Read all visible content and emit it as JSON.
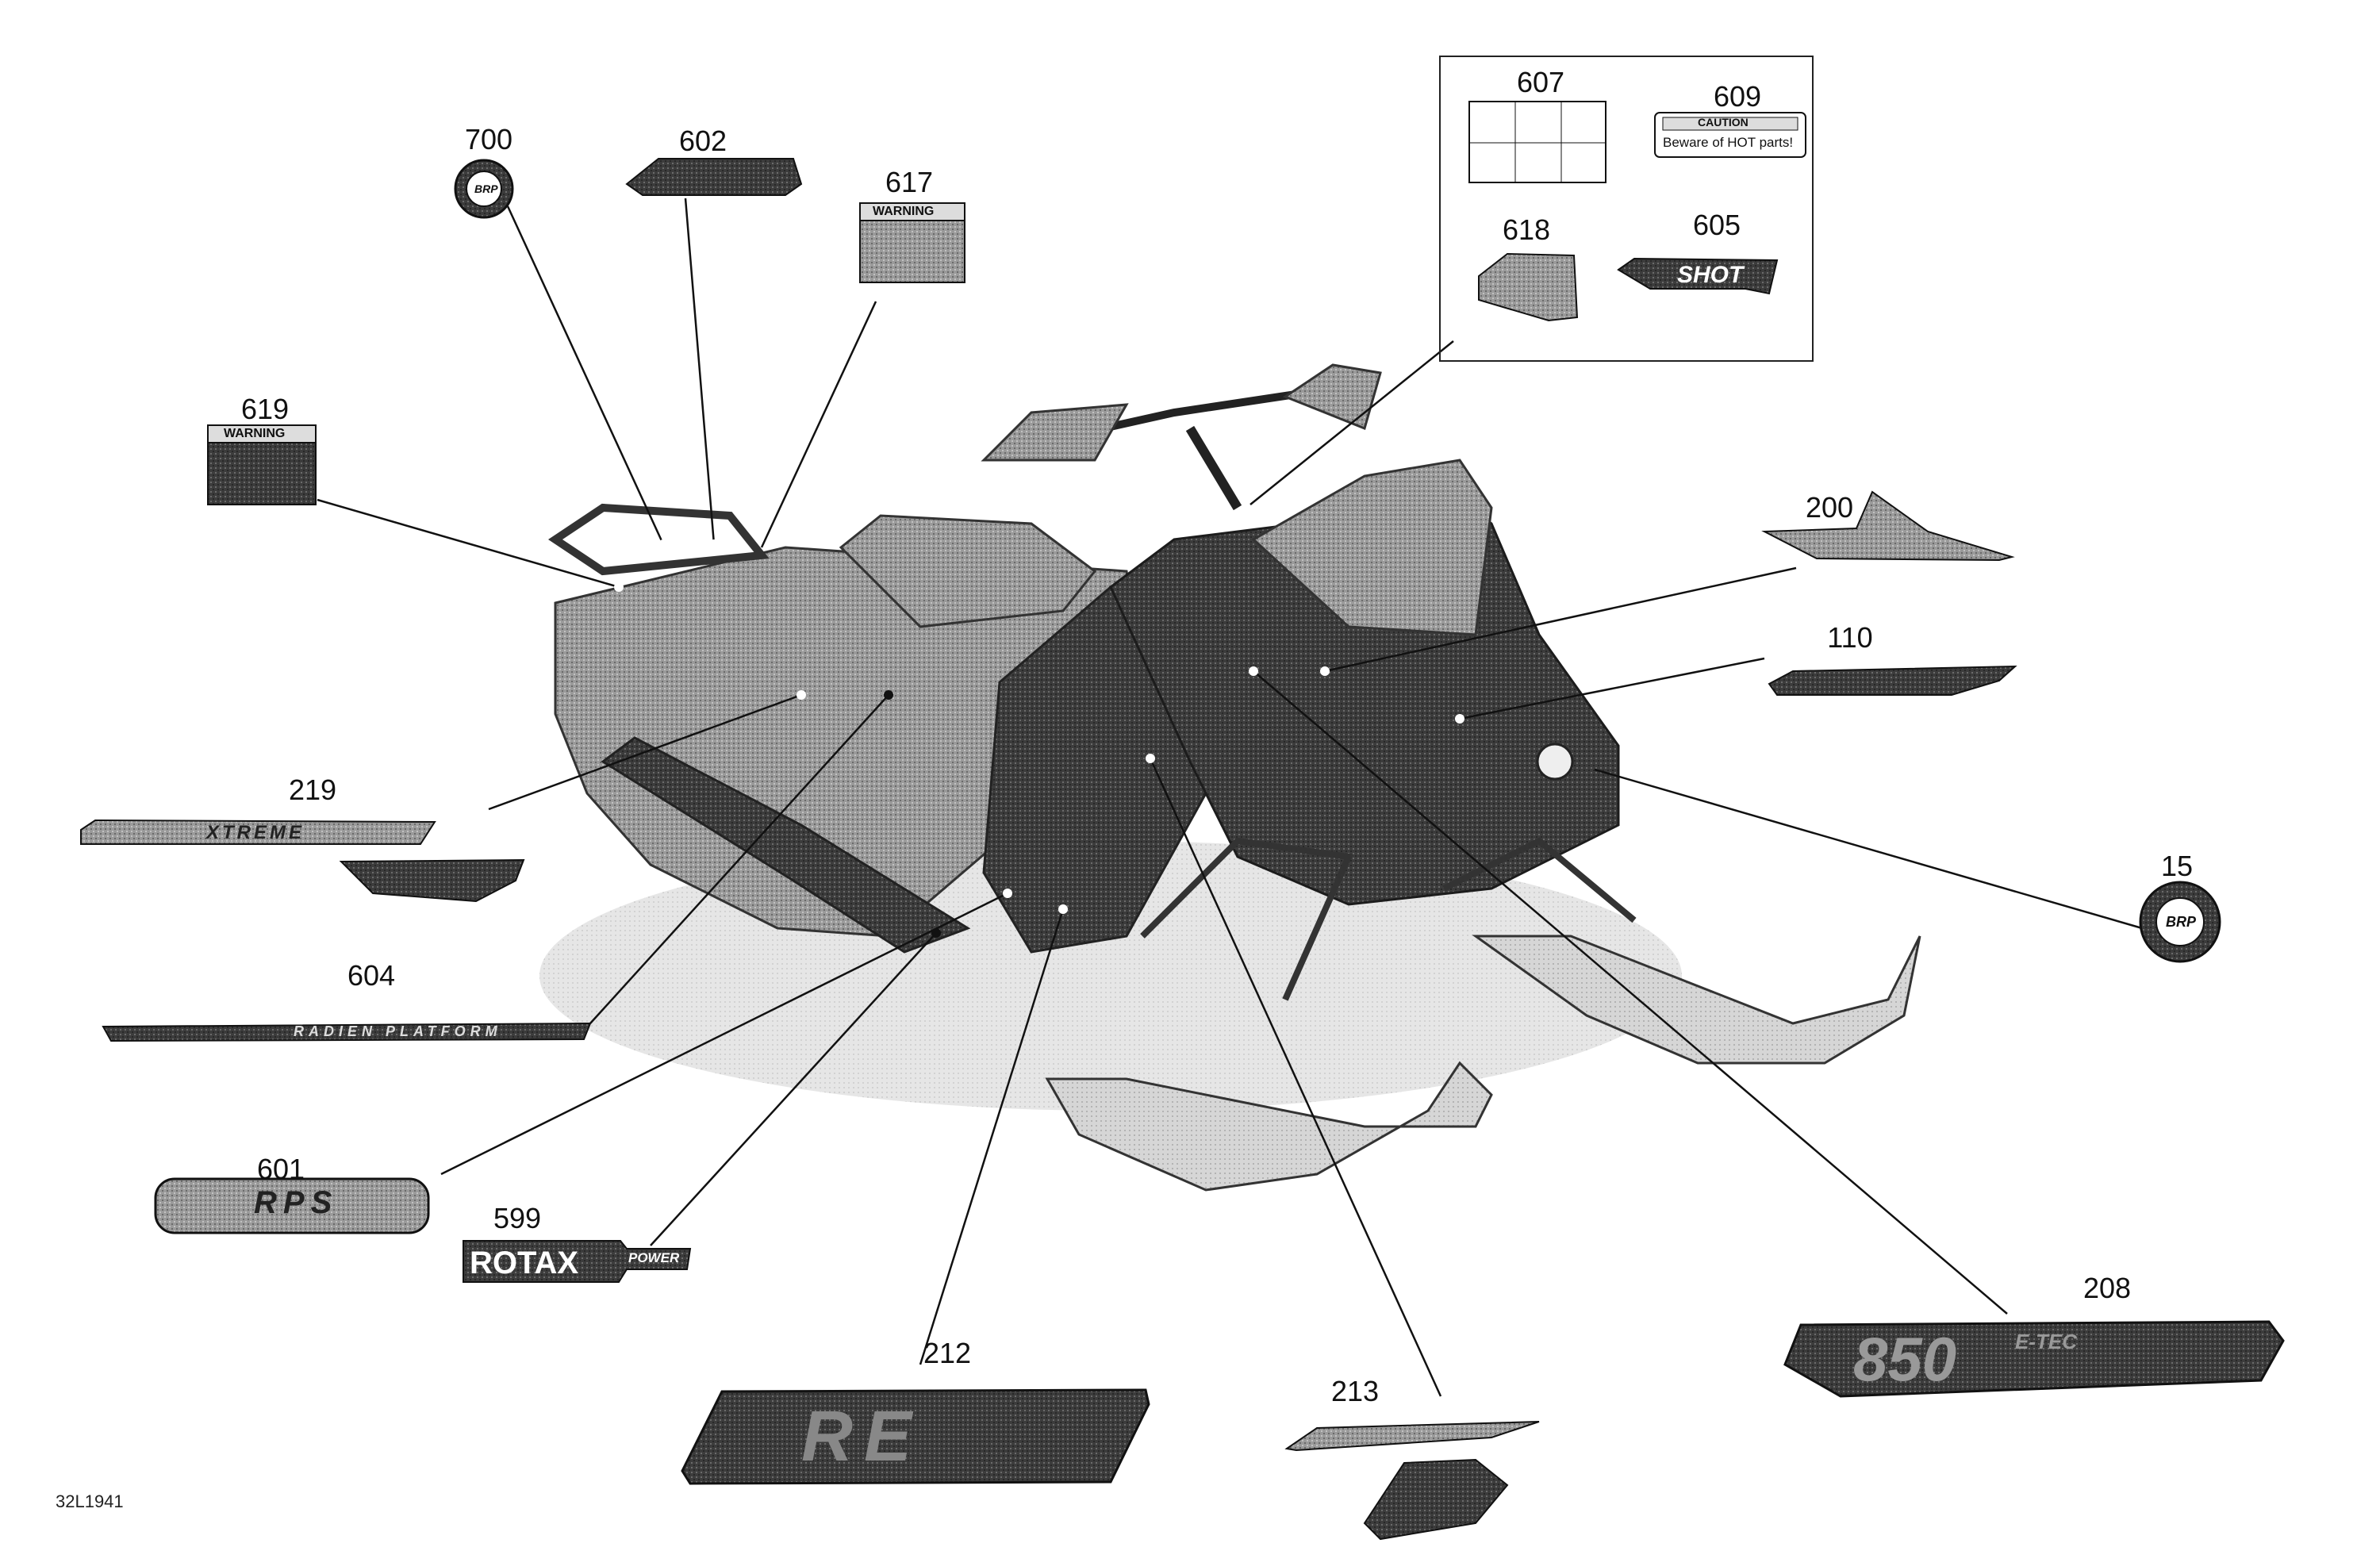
{
  "diagram": {
    "drawing_code": "32L1941",
    "callouts": [
      {
        "id": "c700",
        "number": "700"
      },
      {
        "id": "c602",
        "number": "602"
      },
      {
        "id": "c617",
        "number": "617"
      },
      {
        "id": "c619",
        "number": "619"
      },
      {
        "id": "c607",
        "number": "607"
      },
      {
        "id": "c609",
        "number": "609"
      },
      {
        "id": "c618",
        "number": "618"
      },
      {
        "id": "c605",
        "number": "605"
      },
      {
        "id": "c200",
        "number": "200"
      },
      {
        "id": "c110",
        "number": "110"
      },
      {
        "id": "c219",
        "number": "219"
      },
      {
        "id": "c604",
        "number": "604"
      },
      {
        "id": "c15",
        "number": "15"
      },
      {
        "id": "c601",
        "number": "601"
      },
      {
        "id": "c599",
        "number": "599"
      },
      {
        "id": "c212",
        "number": "212"
      },
      {
        "id": "c213",
        "number": "213"
      },
      {
        "id": "c208",
        "number": "208"
      }
    ],
    "decal_texts": {
      "warning": "WARNING",
      "caution": "CAUTION",
      "beware": "Beware of HOT parts!",
      "shot": "SHOT",
      "rotax": "ROTAX",
      "power": "POWER",
      "brp": "BRP",
      "engine": "850",
      "etec": "E-TEC",
      "platform": "RADIEN PLATFORM",
      "rps": "RPS",
      "xtreme": "XTREME",
      "re": "RE"
    },
    "colors": {
      "ink": "#111111",
      "decal_dark": "#2b2b2b",
      "decal_mid": "#6a6a6a",
      "decal_light": "#b8b8b8",
      "sled_body": "#4a4a4a"
    }
  }
}
